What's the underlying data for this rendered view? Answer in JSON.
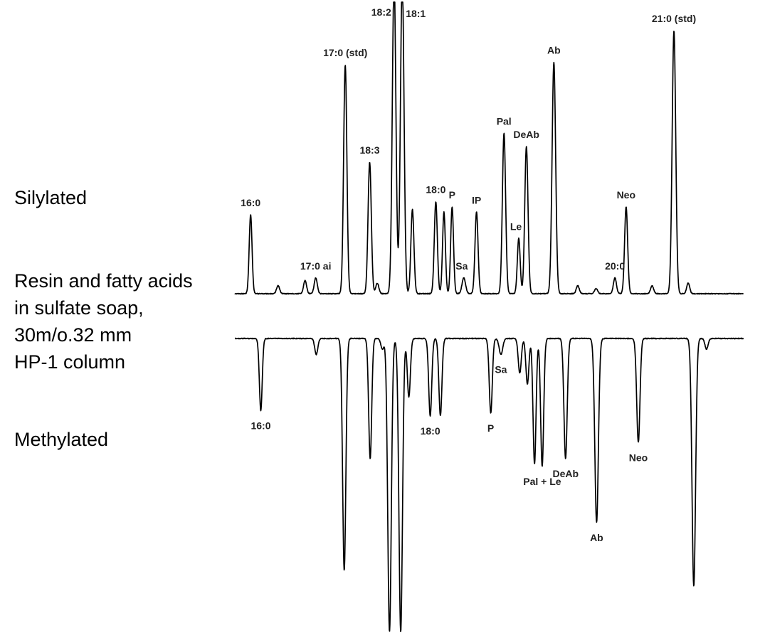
{
  "side_labels": {
    "silylated": "Silylated",
    "description": [
      "Resin and fatty acids",
      "in sulfate soap,",
      "30m/o.32 mm",
      "HP-1 column"
    ],
    "methylated": "Methylated"
  },
  "chart_data": {
    "type": "line",
    "title": "",
    "xlabel": "",
    "ylabel": "",
    "x_unit": "retention time (relative, 0-100)",
    "xlim": [
      0,
      100
    ],
    "grid": false,
    "legend": "none",
    "series": [
      {
        "name": "Silylated",
        "direction": "up",
        "ylim": [
          0,
          100
        ],
        "peaks": [
          {
            "x": 3.1,
            "y": 30,
            "w": 0.28,
            "label": "16:0"
          },
          {
            "x": 8.5,
            "y": 3,
            "w": 0.3,
            "label": ""
          },
          {
            "x": 13.8,
            "y": 5,
            "w": 0.3,
            "label": ""
          },
          {
            "x": 15.9,
            "y": 6,
            "w": 0.3,
            "label": "17:0 ai"
          },
          {
            "x": 21.7,
            "y": 87,
            "w": 0.32,
            "label": "17:0 (std)"
          },
          {
            "x": 26.5,
            "y": 50,
            "w": 0.32,
            "label": "18:3"
          },
          {
            "x": 28.0,
            "y": 4,
            "w": 0.3,
            "label": ""
          },
          {
            "x": 31.3,
            "y": 120,
            "w": 0.35,
            "label": "18:2"
          },
          {
            "x": 32.9,
            "y": 120,
            "w": 0.35,
            "label": "18:1"
          },
          {
            "x": 34.9,
            "y": 32,
            "w": 0.3,
            "label": ""
          },
          {
            "x": 39.5,
            "y": 35,
            "w": 0.3,
            "label": "18:0"
          },
          {
            "x": 41.1,
            "y": 31,
            "w": 0.28,
            "label": ""
          },
          {
            "x": 42.7,
            "y": 33,
            "w": 0.28,
            "label": "P"
          },
          {
            "x": 45.0,
            "y": 6,
            "w": 0.35,
            "label": "Sa"
          },
          {
            "x": 47.5,
            "y": 31,
            "w": 0.3,
            "label": "IP"
          },
          {
            "x": 52.9,
            "y": 61,
            "w": 0.32,
            "label": "Pal"
          },
          {
            "x": 55.8,
            "y": 21,
            "w": 0.28,
            "label": "Le"
          },
          {
            "x": 57.3,
            "y": 56,
            "w": 0.32,
            "label": "DeAb"
          },
          {
            "x": 62.7,
            "y": 88,
            "w": 0.35,
            "label": "Ab"
          },
          {
            "x": 67.4,
            "y": 3,
            "w": 0.3,
            "label": ""
          },
          {
            "x": 71.0,
            "y": 2,
            "w": 0.3,
            "label": ""
          },
          {
            "x": 74.7,
            "y": 6,
            "w": 0.3,
            "label": "20:0"
          },
          {
            "x": 76.9,
            "y": 33,
            "w": 0.3,
            "label": "Neo"
          },
          {
            "x": 82.0,
            "y": 3,
            "w": 0.3,
            "label": ""
          },
          {
            "x": 86.3,
            "y": 100,
            "w": 0.35,
            "label": "21:0 (std)"
          },
          {
            "x": 89.1,
            "y": 4,
            "w": 0.3,
            "label": ""
          }
        ]
      },
      {
        "name": "Methylated",
        "direction": "down",
        "ylim": [
          0,
          100
        ],
        "peaks": [
          {
            "x": 5.1,
            "y": 27,
            "w": 0.28,
            "label": "16:0"
          },
          {
            "x": 16.0,
            "y": 6,
            "w": 0.3,
            "label": ""
          },
          {
            "x": 21.5,
            "y": 87,
            "w": 0.32,
            "label": ""
          },
          {
            "x": 26.6,
            "y": 45,
            "w": 0.3,
            "label": ""
          },
          {
            "x": 29.0,
            "y": 4,
            "w": 0.3,
            "label": ""
          },
          {
            "x": 30.4,
            "y": 110,
            "w": 0.35,
            "label": ""
          },
          {
            "x": 32.6,
            "y": 110,
            "w": 0.35,
            "label": ""
          },
          {
            "x": 34.2,
            "y": 22,
            "w": 0.3,
            "label": ""
          },
          {
            "x": 38.4,
            "y": 29,
            "w": 0.3,
            "label": "18:0"
          },
          {
            "x": 40.4,
            "y": 29,
            "w": 0.3,
            "label": ""
          },
          {
            "x": 50.3,
            "y": 28,
            "w": 0.3,
            "label": "P"
          },
          {
            "x": 52.3,
            "y": 6,
            "w": 0.35,
            "label": "Sa"
          },
          {
            "x": 56.0,
            "y": 13,
            "w": 0.3,
            "label": ""
          },
          {
            "x": 57.5,
            "y": 17,
            "w": 0.3,
            "label": ""
          },
          {
            "x": 58.9,
            "y": 47,
            "w": 0.3,
            "label": ""
          },
          {
            "x": 60.4,
            "y": 48,
            "w": 0.3,
            "label": "Pal + Le"
          },
          {
            "x": 65.0,
            "y": 45,
            "w": 0.32,
            "label": "DeAb"
          },
          {
            "x": 71.1,
            "y": 69,
            "w": 0.35,
            "label": "Ab"
          },
          {
            "x": 79.3,
            "y": 39,
            "w": 0.32,
            "label": "Neo"
          },
          {
            "x": 90.2,
            "y": 93,
            "w": 0.35,
            "label": ""
          },
          {
            "x": 92.7,
            "y": 4,
            "w": 0.3,
            "label": ""
          }
        ]
      }
    ]
  }
}
